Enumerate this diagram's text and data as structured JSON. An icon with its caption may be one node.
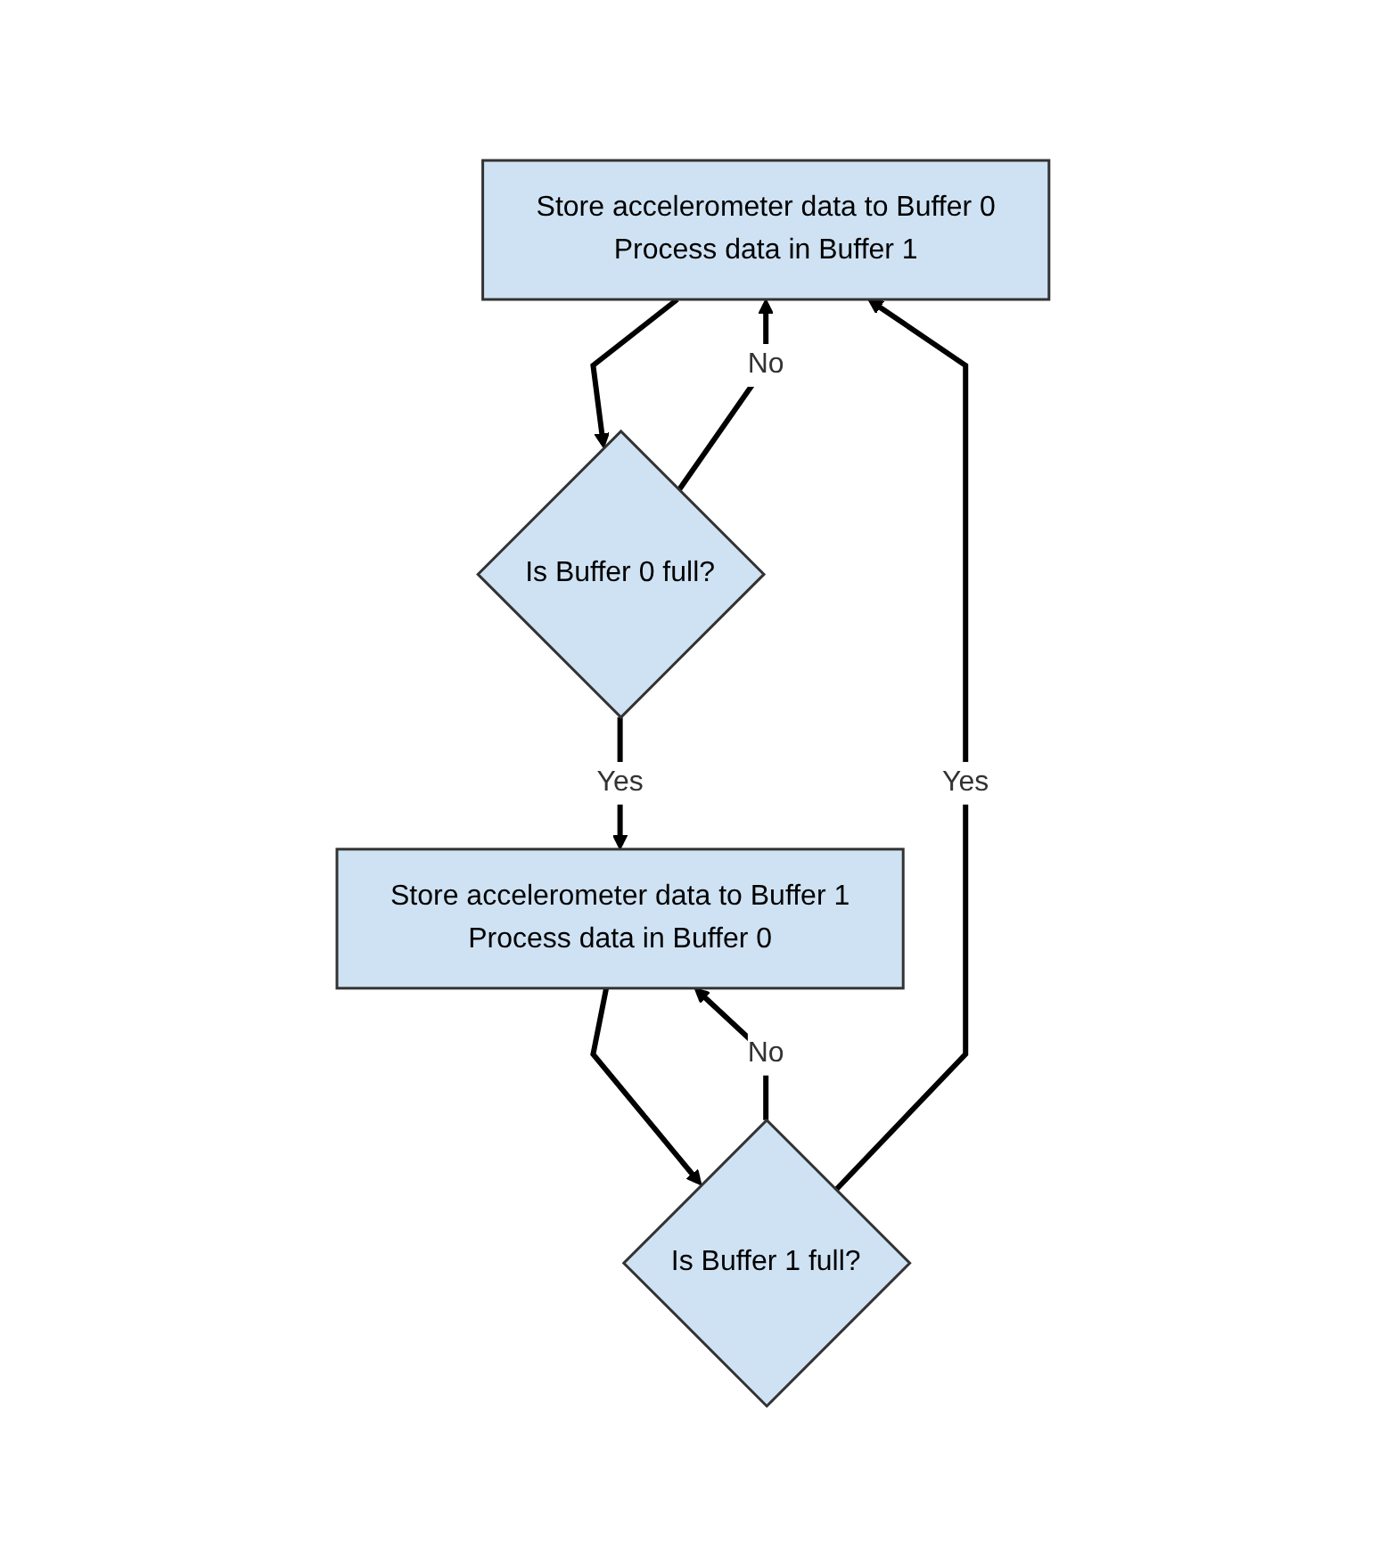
{
  "diagram": {
    "nodes": [
      {
        "text": [
          "Store accelerometer data to Buffer 0",
          "Process data in Buffer 1"
        ]
      },
      {
        "text": [
          "Is Buffer 0 full?"
        ]
      },
      {
        "text": [
          "Store accelerometer data to Buffer 1",
          "Process data in Buffer 0"
        ]
      },
      {
        "text": [
          "Is Buffer 1 full?"
        ]
      }
    ],
    "edges": [
      {
        "from": 0,
        "to": 1,
        "arrow": "to"
      },
      {
        "from": 1,
        "to": 0,
        "arrow": "to",
        "label": "No"
      },
      {
        "from": 1,
        "to": 2,
        "arrow": "to",
        "label": "Yes"
      },
      {
        "from": 2,
        "to": 3,
        "arrow": "to"
      },
      {
        "from": 3,
        "to": 2,
        "arrow": "to",
        "label": "No"
      },
      {
        "from": 3,
        "to": 0,
        "arrow": "to",
        "label": "Yes"
      }
    ]
  }
}
